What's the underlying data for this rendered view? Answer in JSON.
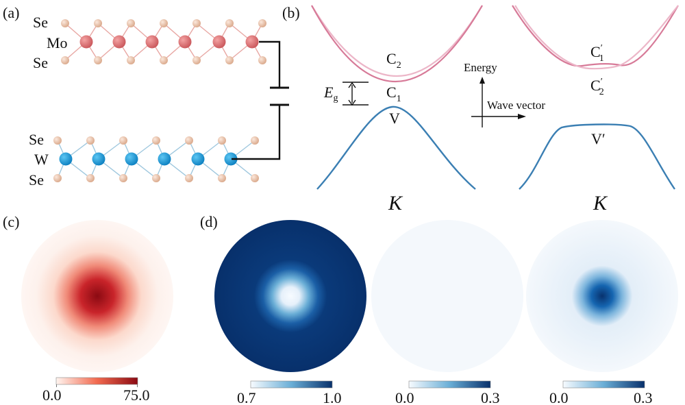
{
  "panels": {
    "a": {
      "tag": "(a)",
      "top_atoms": {
        "chalcogen_top": "Se",
        "metal": "Mo",
        "chalcogen_bottom": "Se"
      },
      "bottom_atoms": {
        "chalcogen_top": "Se",
        "metal": "W",
        "chalcogen_bottom": "Se"
      },
      "colors": {
        "mo": "#e0787a",
        "w": "#1fa3e0",
        "se": "#e9bfa6",
        "bond_mo": "#e8a7a3",
        "bond_w": "#9ec7de"
      }
    },
    "b": {
      "tag": "(b)",
      "left": {
        "cb_upper": "C",
        "cb_upper_sub": "2",
        "cb_lower": "C",
        "cb_lower_sub": "1",
        "vb": "V",
        "gap_label": "E",
        "gap_sub": "g",
        "valley": "K"
      },
      "right": {
        "cb_upper": "C",
        "cb_upper_sub": "1",
        "cb_upper_prime": "′",
        "cb_lower": "C",
        "cb_lower_sub": "2",
        "cb_lower_prime": "′",
        "vb": "V′",
        "valley": "K"
      },
      "axes": {
        "energy": "Energy",
        "wave_vector": "Wave vector"
      },
      "colors": {
        "cb_light": "#ecb6c8",
        "cb_dark": "#d77a98",
        "vb": "#3b7fb3"
      }
    },
    "c": {
      "tag": "(c)",
      "colorbar": {
        "min": "0.0",
        "max": "75.0"
      },
      "colors": {
        "low": "#fdefea",
        "high": "#8b0a12"
      }
    },
    "d": {
      "tag": "(d)",
      "maps": [
        {
          "name": "map-1",
          "min": "0.7",
          "max": "1.0",
          "field_low": 0.7,
          "field_high": 1.0,
          "center_value": 0.7,
          "edge_value": 1.0
        },
        {
          "name": "map-2",
          "min": "0.0",
          "max": "0.3",
          "field_low": 0.0,
          "field_high": 0.3,
          "center_value": 0.01,
          "edge_value": 0.01
        },
        {
          "name": "map-3",
          "min": "0.0",
          "max": "0.3",
          "field_low": 0.0,
          "field_high": 0.3,
          "center_value": 0.3,
          "edge_value": 0.01
        }
      ],
      "colors": {
        "low": "#f7fbff",
        "high": "#08306b"
      }
    }
  }
}
